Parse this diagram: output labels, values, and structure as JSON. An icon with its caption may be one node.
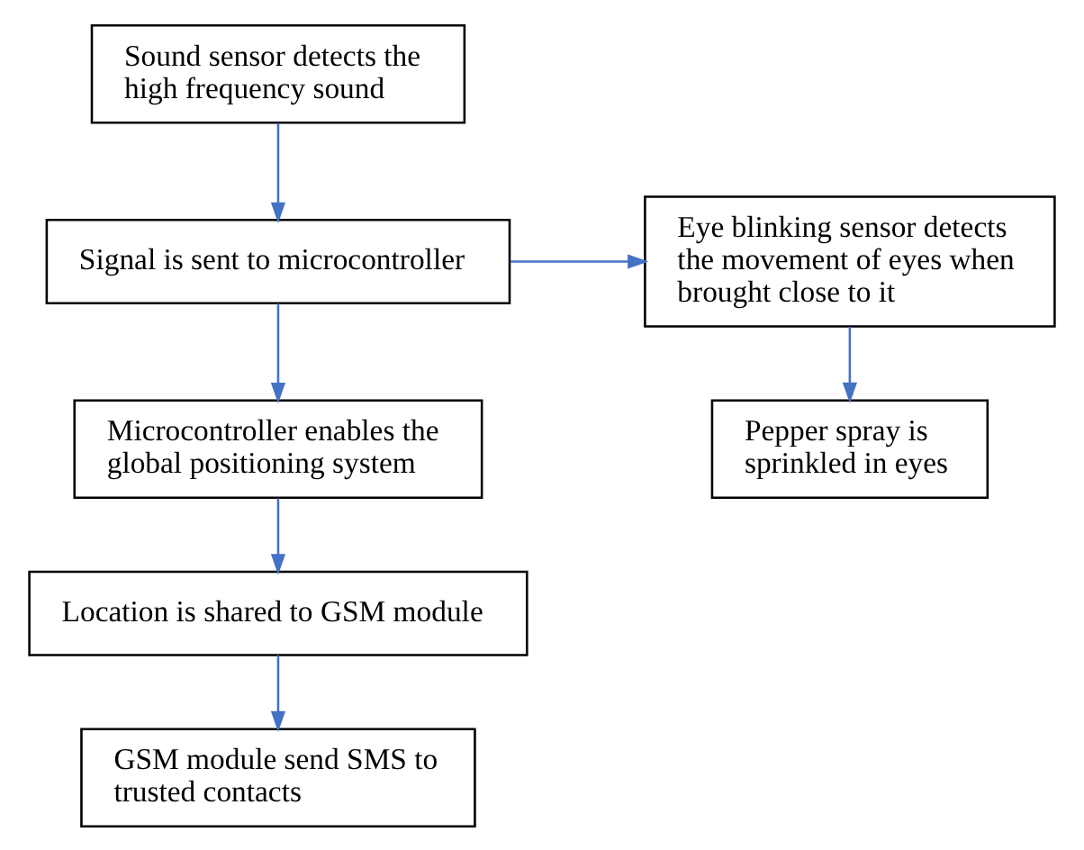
{
  "diagram": {
    "nodes": [
      {
        "text": [
          "Sound sensor detects the high frequency sound"
        ]
      },
      {
        "text": [
          "Signal is sent to microcontroller"
        ]
      },
      {
        "text": [
          "Eye blinking sensor detects the movement of eyes when brought close to it"
        ]
      },
      {
        "text": [
          "Microcontroller enables the global positioning system"
        ]
      },
      {
        "text": [
          "Pepper spray is sprinkled in eyes"
        ]
      },
      {
        "text": [
          "Location is shared to GSM module"
        ]
      },
      {
        "text": [
          "GSM module send SMS to trusted contacts"
        ]
      }
    ],
    "edges": [
      {
        "from": 0,
        "to": 1,
        "arrow": "to"
      },
      {
        "from": 1,
        "to": 2,
        "arrow": "to"
      },
      {
        "from": 1,
        "to": 3,
        "arrow": "to"
      },
      {
        "from": 2,
        "to": 4,
        "arrow": "to"
      },
      {
        "from": 3,
        "to": 5,
        "arrow": "to"
      },
      {
        "from": 5,
        "to": 6,
        "arrow": "to"
      }
    ]
  }
}
